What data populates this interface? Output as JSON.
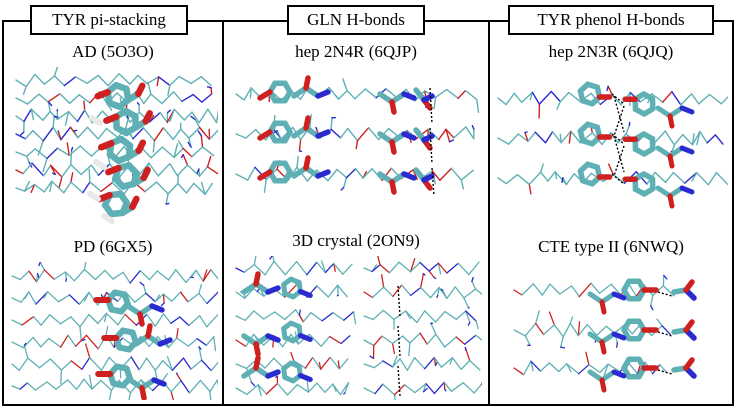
{
  "panels": [
    {
      "title": "TYR pi-stacking",
      "top_label": "AD (5O3O)",
      "bottom_label": "PD (6GX5)"
    },
    {
      "title": "GLN H-bonds",
      "top_label": "hep 2N4R (6QJP)",
      "bottom_label": "3D crystal (2ON9)"
    },
    {
      "title": "TYR phenol H-bonds",
      "top_label": "hep 2N3R (6QJQ)",
      "bottom_label": "CTE type II (6NWQ)"
    }
  ],
  "colors": {
    "carbon": "#5fb0b4",
    "oxygen": "#cf2020",
    "nitrogen": "#2a2ad0",
    "hydrogen": "#e8e8e8"
  }
}
